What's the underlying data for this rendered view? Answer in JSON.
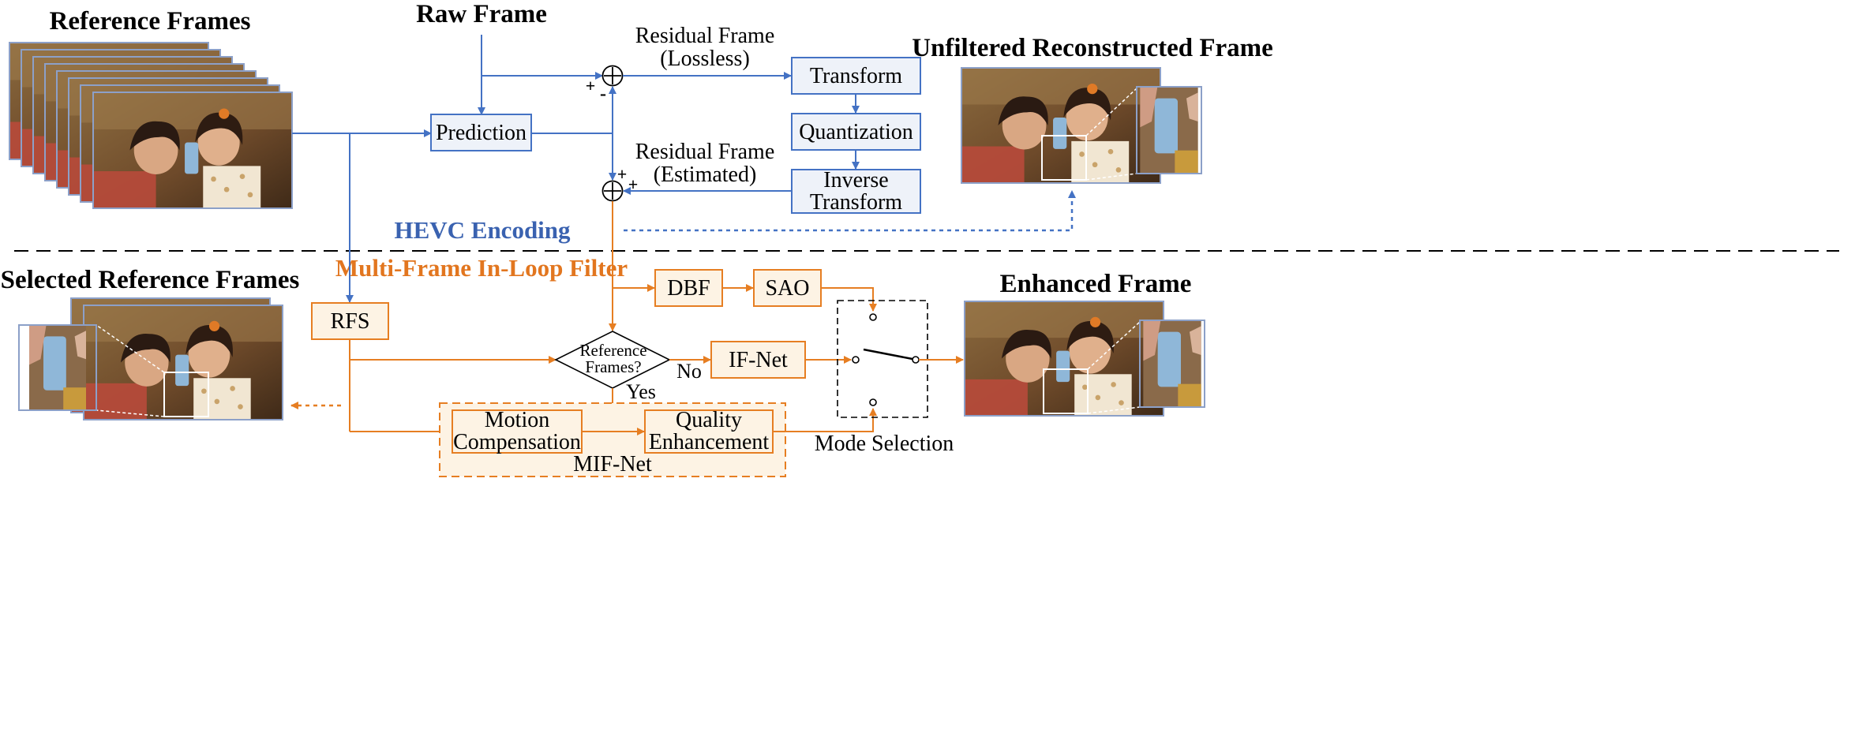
{
  "labels": {
    "reference_frames": "Reference Frames",
    "raw_frame": "Raw Frame",
    "residual_lossless_line1": "Residual Frame",
    "residual_lossless_line2": "(Lossless)",
    "unfiltered_reconstructed": "Unfiltered Reconstructed Frame",
    "residual_estimated_line1": "Residual Frame",
    "residual_estimated_line2": "(Estimated)",
    "hevc_encoding": "HEVC Encoding",
    "multi_frame_filter": "Multi-Frame In-Loop Filter",
    "selected_reference_frames": "Selected Reference Frames",
    "enhanced_frame": "Enhanced Frame",
    "no": "No",
    "yes": "Yes",
    "mode_selection": "Mode Selection",
    "mif_net": "MIF-Net",
    "plus": "+",
    "minus": "-"
  },
  "boxes": {
    "prediction": "Prediction",
    "transform": "Transform",
    "quantization": "Quantization",
    "inverse_transform_line1": "Inverse",
    "inverse_transform_line2": "Transform",
    "dbf": "DBF",
    "sao": "SAO",
    "rfs": "RFS",
    "reference_frames_q_line1": "Reference",
    "reference_frames_q_line2": "Frames?",
    "if_net": "IF-Net",
    "motion_compensation_line1": "Motion",
    "motion_compensation_line2": "Compensation",
    "quality_enhancement_line1": "Quality",
    "quality_enhancement_line2": "Enhancement"
  },
  "colors": {
    "blue": "#4472c4",
    "blue_text": "#3a62b0",
    "blue_fill": "#eef2f9",
    "orange": "#e67e22",
    "orange_text": "#e2761f",
    "orange_fill": "#fdf3e4"
  }
}
